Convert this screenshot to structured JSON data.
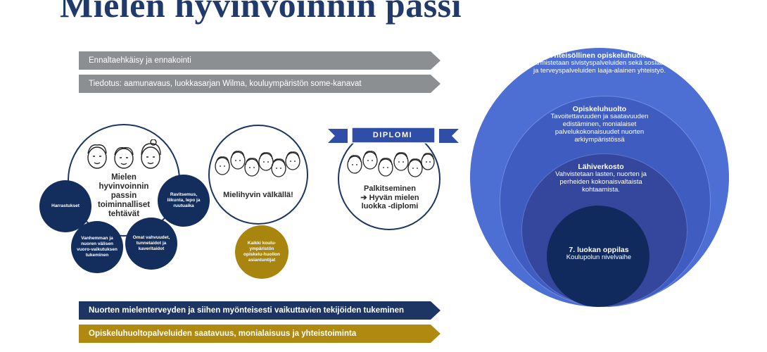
{
  "title": "Mielen hyvinvoinnin passi",
  "arrows": {
    "top1": "Ennaltaehkäisy ja ennakointi",
    "top2": "Tiedotus: aamunavaus, luokkasarjan Wilma, kouluympäristön some-kanavat",
    "bottom1": "Nuorten mielenterveyden ja siihen myönteisesti vaikuttavien tekijöiden tukeminen",
    "bottom2": "Opiskeluhuoltopalveluiden saatavuus, monialaisuus ja yhteistoiminta"
  },
  "circle1": {
    "text": "Mielen hyvinvoinnin passin toiminnalliset tehtävät",
    "satellites": {
      "harrastukset": "Harrastukset",
      "ravitsemus": "Ravitsemus, liikunta, lepo ja ruutuaika",
      "vanhemman": "Vanhemman ja nuoren välisen vuoro-vaikutuksen tukeminen",
      "omat": "Omat vahvuudet, tunnetaidot ja kaveritaidot"
    }
  },
  "circle2": {
    "text": "Mielihyvin välkällä!",
    "satellite": "Kaikki koulu-ympäristön opiskelu-huollon asiantuntijat"
  },
  "circle3": {
    "ribbon": "DIPLOMI",
    "line1": "Palkitseminen",
    "line2": "➔ Hyvän mielen luokka -diplomi"
  },
  "nested": {
    "outer_title": "Yhteisöllinen opiskeluhuolto",
    "outer_text": "Varmistetaan sivistyspalveluiden sekä sosiaali- ja terveyspalveluiden laaja-alainen yhteistyö.",
    "second_title": "Opiskeluhuolto",
    "second_text": "Tavoitettavuuden ja saatavuuden edistäminen, monialaiset palvelukokonaisuudet nuorten arkiympäristössä",
    "third_title": "Lähiverkosto",
    "third_text": "Vahvistetaan lasten, nuorten ja perheiden kokonaisvaltaista kohtaamista.",
    "core_title": "7. luokan oppilas",
    "core_text": "Koulupolun nivelvaihe",
    "colors": [
      "#4d6fd3",
      "#3f5cc1",
      "#34479d",
      "#112a5e"
    ]
  }
}
